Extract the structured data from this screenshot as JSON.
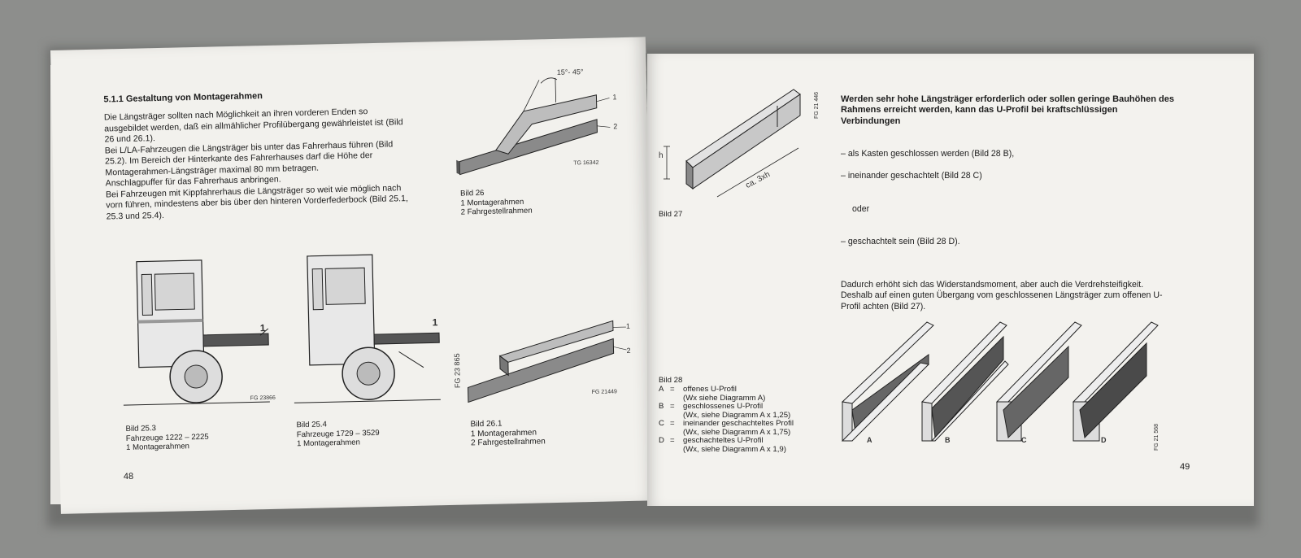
{
  "left_page": {
    "section_heading": "5.1.1 Gestaltung von Montagerahmen",
    "body_text": "Die Längsträger sollten nach Möglichkeit an ihren vorderen Enden so ausgebildet werden, daß ein allmählicher Profilübergang gewährleistet ist (Bild 26 und 26.1).\nBei L/LA-Fahrzeugen die Längsträger bis unter das Fahrerhaus führen (Bild 25.2). Im Bereich der Hinterkante des Fahrerhauses darf die Höhe der Montagerahmen-Längsträger maximal 80 mm betragen.\nAnschlagpuffer für das Fahrerhaus anbringen.\nBei Fahrzeugen mit Kippfahrerhaus die Längsträger so weit wie möglich nach vorn führen, mindestens aber bis über den hinteren Vorderfederbock (Bild 25.1, 25.3 und 25.4).",
    "fig26": {
      "angle_label": "15°- 45°",
      "callout_1": "1",
      "callout_2": "2",
      "code": "TG 16342",
      "caption": "Bild 26\n1  Montagerahmen\n2  Fahrgestellrahmen"
    },
    "fig25_3": {
      "callout": "1",
      "code": "FG 23866",
      "caption": "Bild 25.3\nFahrzeuge 1222 – 2225\n1  Montagerahmen"
    },
    "fig25_4": {
      "callout": "1",
      "code": "FG 23 865",
      "caption": "Bild 25.4\nFahrzeuge 1729 – 3529\n1  Montagerahmen"
    },
    "fig26_1": {
      "callout_1": "1",
      "callout_2": "2",
      "code": "FG 21449",
      "caption": "Bild 26.1\n1  Montagerahmen\n2  Fahrgestellrahmen"
    },
    "page_number": "48"
  },
  "right_page": {
    "intro_bold": "Werden sehr hohe Längsträger erforderlich oder sollen geringe Bauhöhen des Rahmens erreicht werden, kann das U-Profil bei kraftschlüssigen Verbindungen",
    "list_items": [
      "als Kasten geschlossen werden (Bild 28 B),",
      "ineinander geschachtelt (Bild 28 C)"
    ],
    "oder": "oder",
    "list_item_last": "geschachtelt sein (Bild 28 D).",
    "paragraph_2": "Dadurch erhöht sich das Widerstandsmoment, aber auch die Verdrehsteifigkeit. Deshalb auf einen guten Übergang vom geschlossenen Längsträger zum offenen U-Profil achten (Bild 27).",
    "fig27": {
      "h_label": "h",
      "length_label": "ca. 3xh",
      "code": "FG 21 446",
      "caption": "Bild 27"
    },
    "fig28": {
      "caption_title": "Bild 28",
      "items": [
        {
          "key": "A",
          "eq": "=",
          "text": "offenes U-Profil",
          "sub": "(Wx siehe Diagramm A)"
        },
        {
          "key": "B",
          "eq": "=",
          "text": "geschlossenes U-Profil",
          "sub": "(Wx, siehe Diagramm A x 1,25)"
        },
        {
          "key": "C",
          "eq": "=",
          "text": "ineinander geschachteltes Profil",
          "sub": "(Wx, siehe Diagramm A x 1,75)"
        },
        {
          "key": "D",
          "eq": "=",
          "text": "geschachteltes U-Profil",
          "sub": "(Wx, siehe Diagramm A x 1,9)"
        }
      ],
      "labels": [
        "A",
        "B",
        "C",
        "D"
      ],
      "code": "FG 21 568"
    },
    "page_number": "49"
  }
}
